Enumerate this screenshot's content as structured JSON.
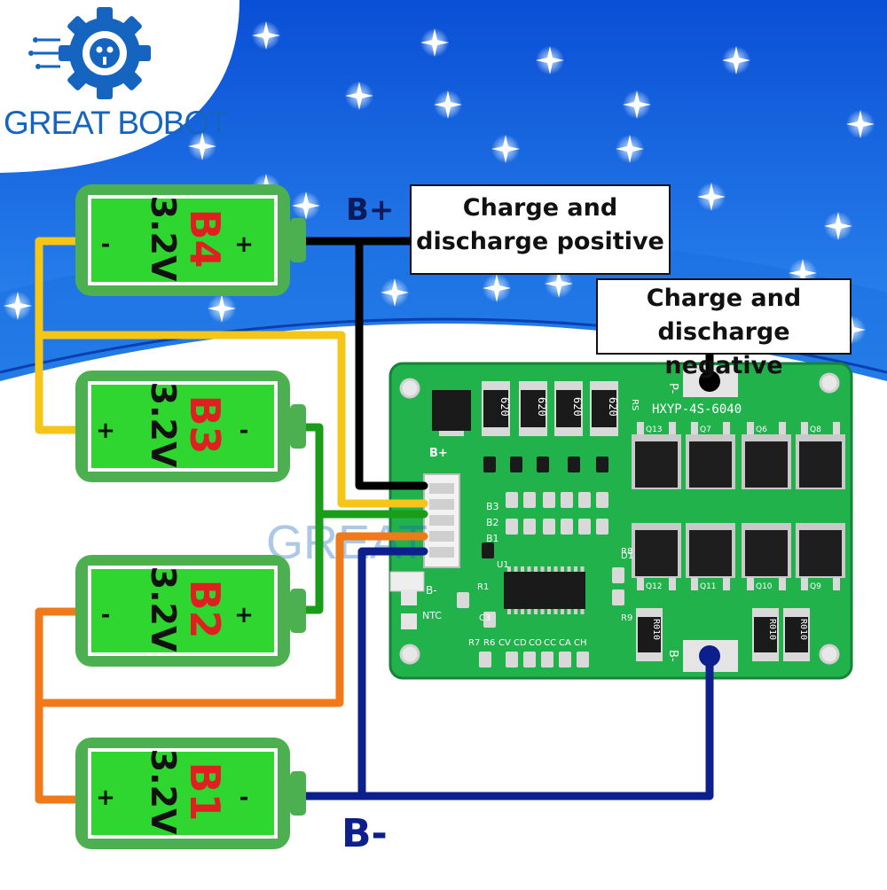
{
  "brand": {
    "name": "GREAT BOBOT",
    "watermark": "GREAT"
  },
  "colors": {
    "sky_top": "#0a4fd6",
    "sky_bottom": "#3a9bf5",
    "battery_green": "#4caf50",
    "battery_inner": "#2fd62f",
    "pcb_green": "#22b24c",
    "wire_positive": "#000000",
    "wire_b3": "#f5c518",
    "wire_b2": "#1a9e1a",
    "wire_b1": "#f07a1a",
    "wire_negative": "#0d1f8c",
    "brand_blue": "#1565c0",
    "label_red": "#e02020"
  },
  "batteries": [
    {
      "id": "B4",
      "voltage": "3.2V",
      "left_sign": "-",
      "right_sign": "+"
    },
    {
      "id": "B3",
      "voltage": "3.2V",
      "left_sign": "+",
      "right_sign": "-"
    },
    {
      "id": "B2",
      "voltage": "3.2V",
      "left_sign": "-",
      "right_sign": "+"
    },
    {
      "id": "B1",
      "voltage": "3.2V",
      "left_sign": "+",
      "right_sign": "-"
    }
  ],
  "terminals": {
    "positive": "B+",
    "negative": "B-"
  },
  "callouts": {
    "positive_line1": "Charge and",
    "positive_line2": "discharge positive",
    "negative_line1": "Charge and",
    "negative_line2": "discharge negative"
  },
  "board": {
    "model": "HXYP-4S-6040",
    "pad_bplus": "B+",
    "pad_b3": "B3",
    "pad_b2": "B2",
    "pad_b1": "B1",
    "pad_bminus": "B-",
    "pad_ntc": "NTC",
    "pad_pminus": "P-",
    "pad_rs": "RS",
    "resistor_value": "620",
    "shunt_value": "R010",
    "mosfet_labels": [
      "Q13",
      "Q7",
      "Q6",
      "Q8",
      "Q12",
      "Q11",
      "Q10",
      "Q9"
    ],
    "bottom_row_labels": [
      "R7",
      "R6",
      "CV",
      "CD",
      "CO",
      "CC",
      "CA",
      "CH"
    ],
    "misc_labels": [
      "U1",
      "R1",
      "C3",
      "R8",
      "R9",
      "D1"
    ]
  }
}
